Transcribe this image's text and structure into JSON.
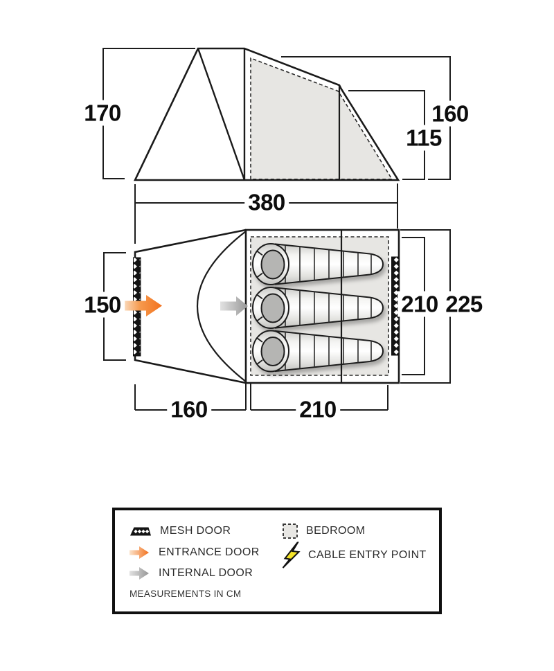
{
  "diagram": {
    "type": "tent-dimension-diagram",
    "units": "cm",
    "elevation": {
      "peak_height": "170",
      "rear_height": "160",
      "rear_lower_height": "115",
      "total_length": "380"
    },
    "plan": {
      "porch_width": "150",
      "porch_length": "160",
      "bedroom_length": "210",
      "bedroom_width": "210",
      "tent_width": "225",
      "sleeping_bag_count": 3
    },
    "legend": {
      "items": [
        {
          "icon": "mesh-door-icon",
          "label": "MESH DOOR"
        },
        {
          "icon": "entrance-door-icon",
          "label": "ENTRANCE DOOR"
        },
        {
          "icon": "internal-door-icon",
          "label": "INTERNAL DOOR"
        },
        {
          "icon": "bedroom-icon",
          "label": "BEDROOM"
        },
        {
          "icon": "cable-entry-point-icon",
          "label": "CABLE ENTRY POINT"
        }
      ],
      "note": "MEASUREMENTS IN CM"
    },
    "colors": {
      "line": "#1a1a1a",
      "accent_orange": "#f2711d",
      "arrow_grey": "#9b9b9b",
      "bedroom_fill": "#e7e6e3",
      "bolt_yellow": "#f5e42a",
      "sleeping_bag_inner": "#b5b5b3"
    }
  }
}
